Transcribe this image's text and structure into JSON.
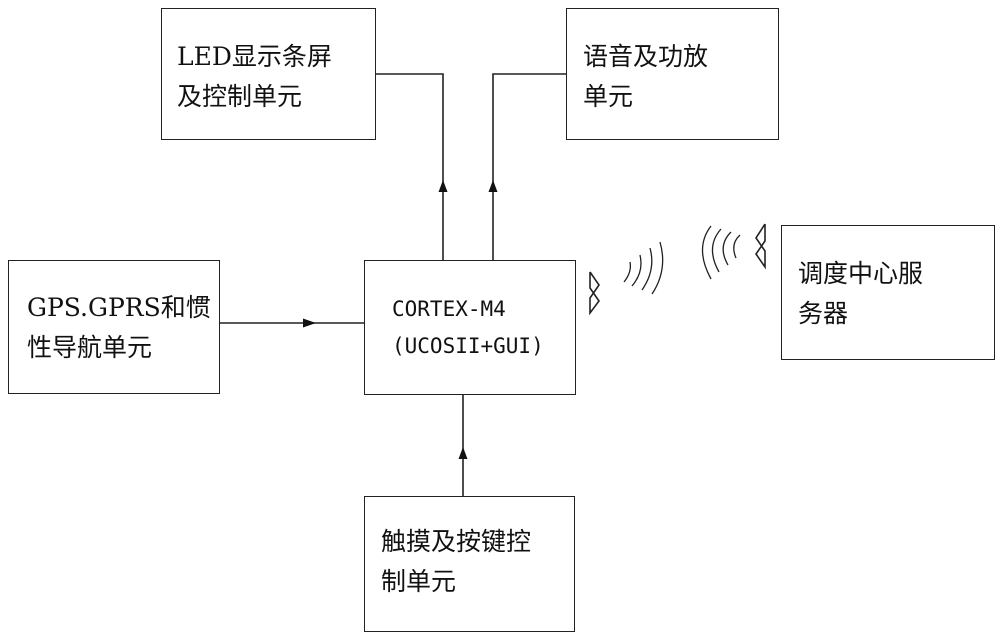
{
  "diagram": {
    "led": {
      "line1": "LED显示条屏",
      "line2": "及控制单元"
    },
    "audio": {
      "line1": "语音及功放",
      "line2": "单元"
    },
    "gps": {
      "line1": "GPS.GPRS和惯",
      "line2": "性导航单元"
    },
    "cpu": {
      "line1": "CORTEX-M4",
      "line2": "(UCOSII+GUI)"
    },
    "server": {
      "line1": "调度中心服",
      "line2": "务器"
    },
    "touch": {
      "line1": "触摸及按键控",
      "line2": "制单元"
    }
  },
  "icons": {
    "antenna": "antenna-icon",
    "wireless": "wireless-signal-icon"
  },
  "colors": {
    "line": "#222222",
    "background": "#ffffff",
    "text": "#111111"
  }
}
